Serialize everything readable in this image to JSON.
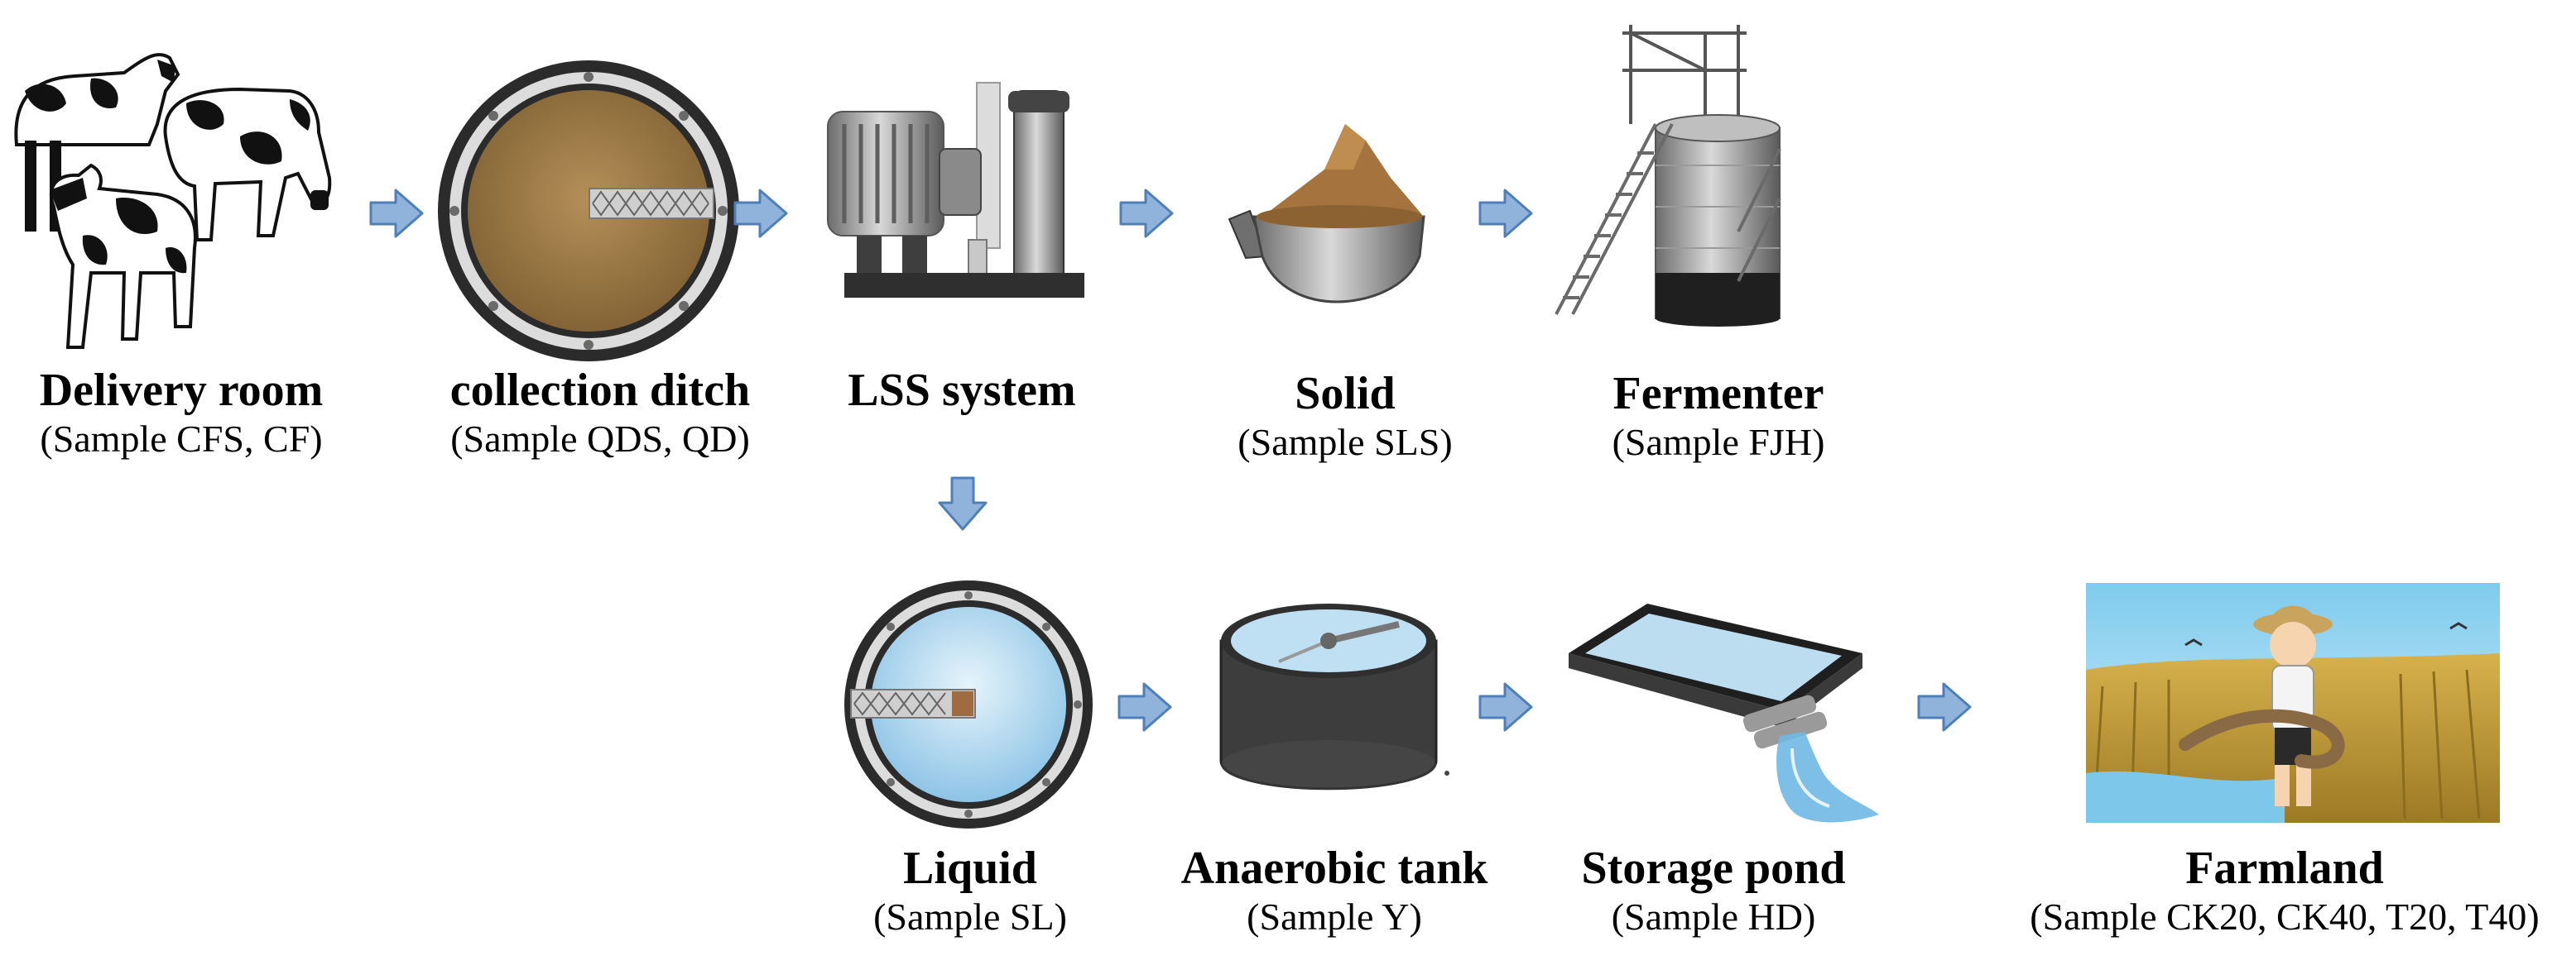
{
  "stages": {
    "delivery_room": {
      "title": "Delivery room",
      "sample": "(Sample CFS, CF)"
    },
    "collection_ditch": {
      "title": "collection ditch",
      "sample": "(Sample QDS, QD)"
    },
    "lss_system": {
      "title": "LSS system"
    },
    "solid": {
      "title": "Solid",
      "sample": "(Sample SLS)"
    },
    "fermenter": {
      "title": "Fermenter",
      "sample": "(Sample FJH)"
    },
    "liquid": {
      "title": "Liquid",
      "sample": "(Sample SL)"
    },
    "anaerobic_tank": {
      "title": "Anaerobic tank",
      "sample": "(Sample Y)"
    },
    "storage_pond": {
      "title": "Storage pond",
      "sample": "(Sample HD)"
    },
    "farmland": {
      "title": "Farmland",
      "sample": "(Sample CK20, CK40, T20, T40)"
    }
  },
  "colors": {
    "arrow_fill": "#8fb3db",
    "arrow_stroke": "#4f7fb8",
    "manure_brown": "#a07c4a",
    "liquid_blue": "#bcdcf0",
    "tank_dark": "#3d3d3d",
    "field_gold": "#c9a23c",
    "sky_blue": "#a9dcf2"
  }
}
